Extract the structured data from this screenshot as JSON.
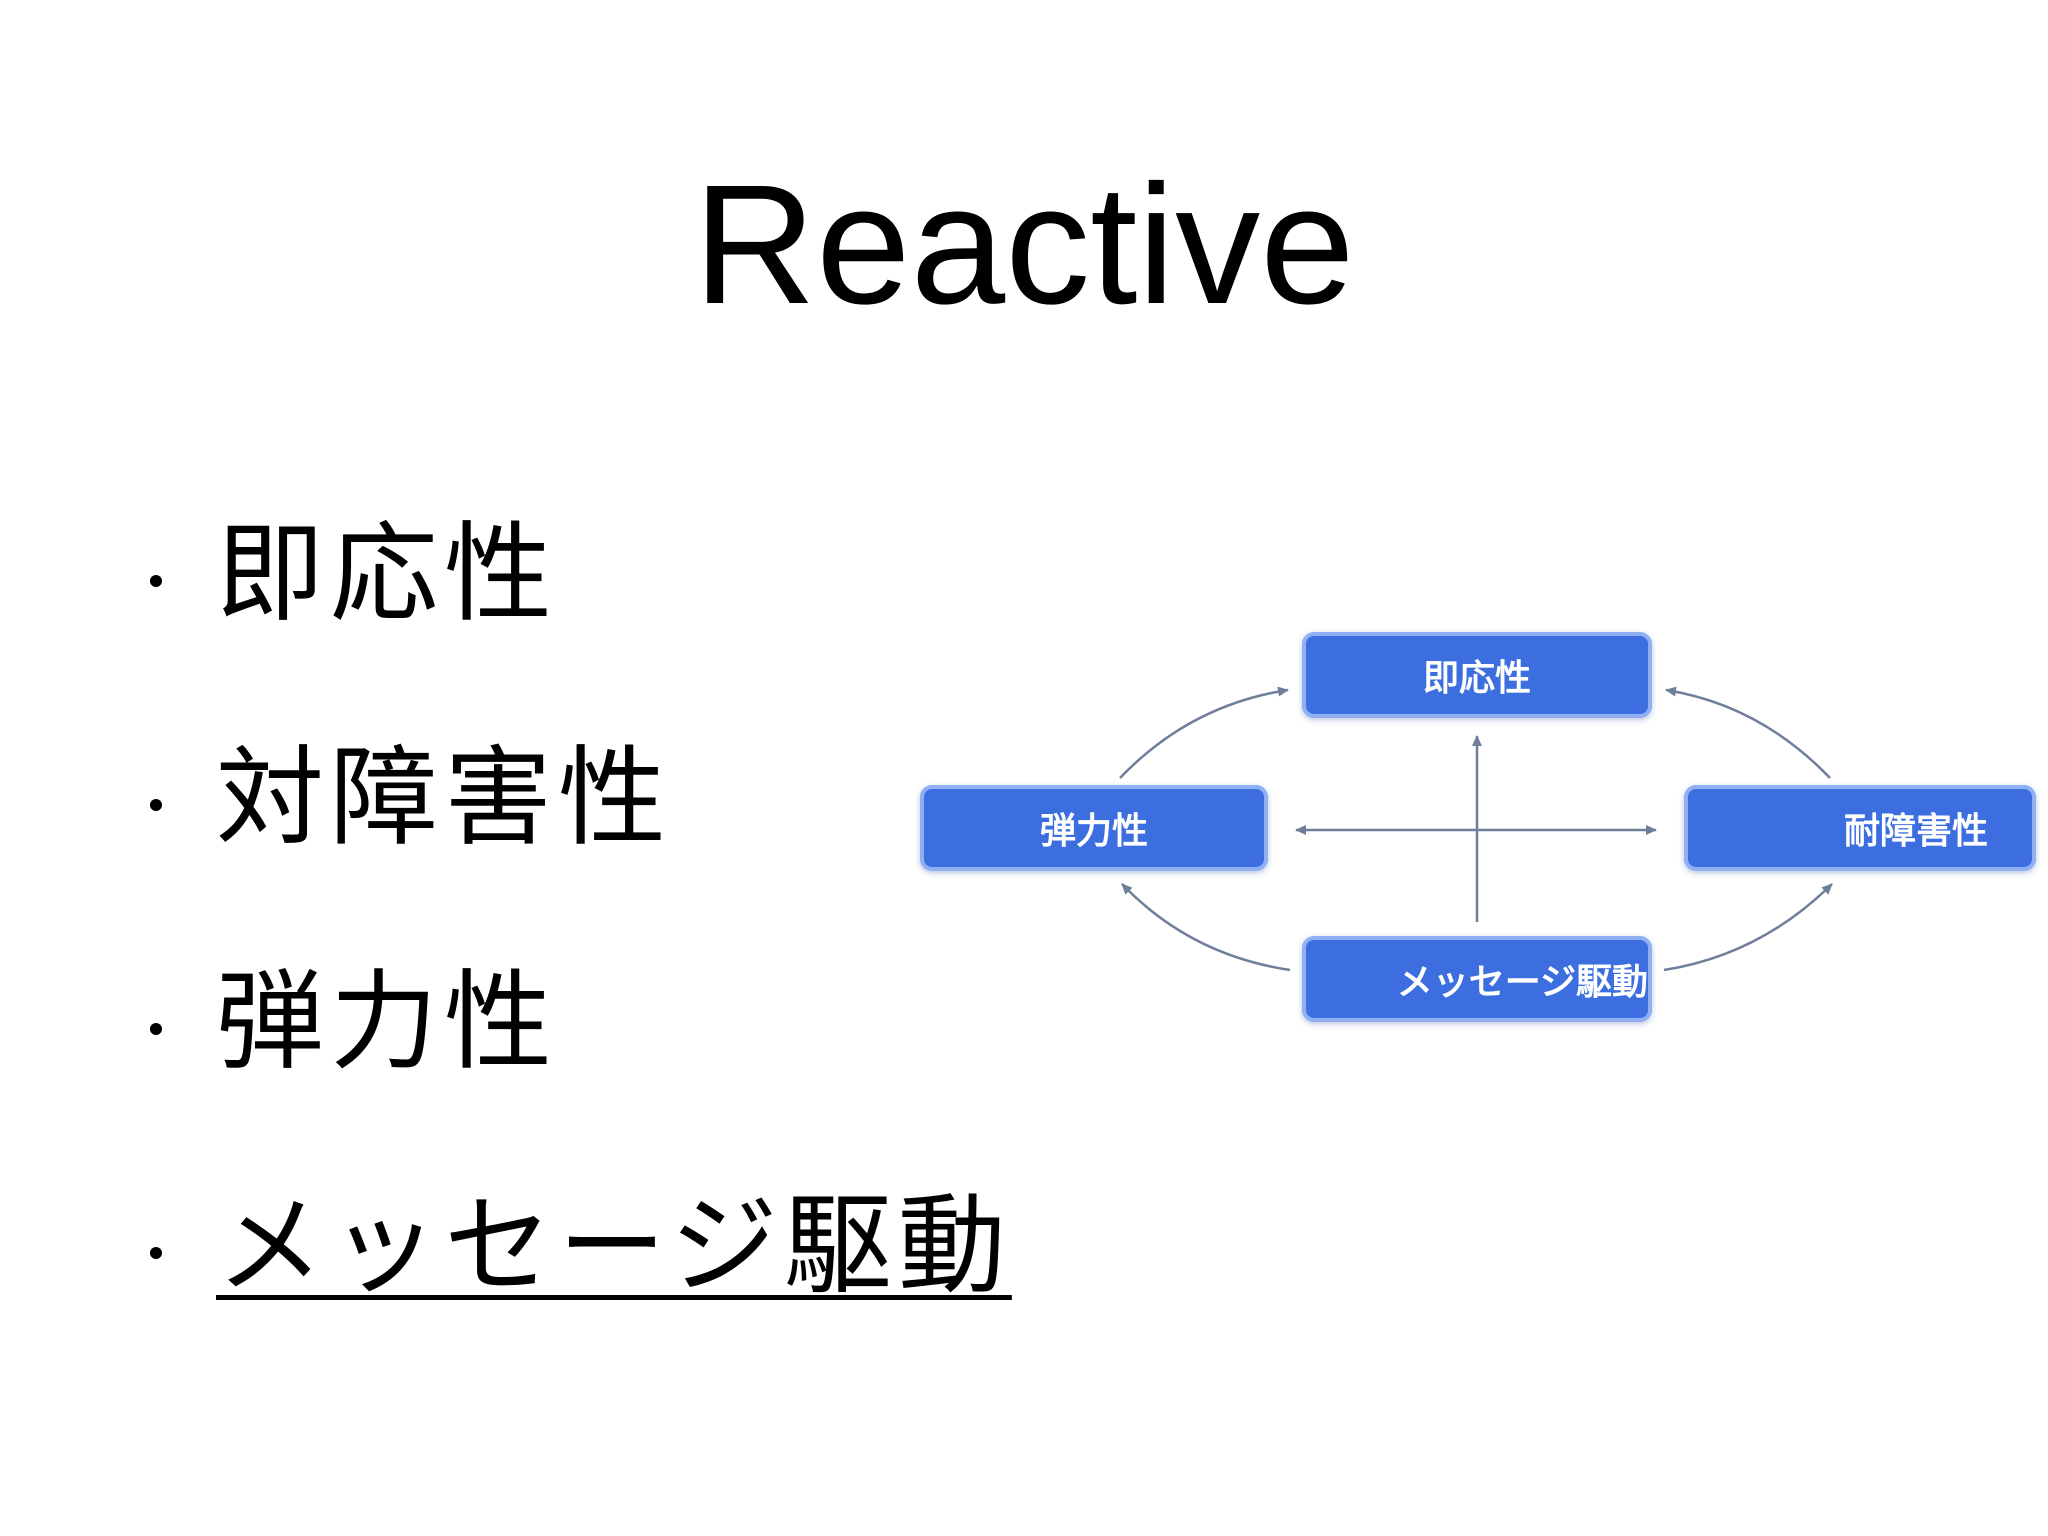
{
  "slide": {
    "title": "Reactive"
  },
  "bullets": [
    {
      "text": "即応性",
      "underlined": false
    },
    {
      "text": "対障害性",
      "underlined": false
    },
    {
      "text": "弾力性",
      "underlined": false
    },
    {
      "text": "メッセージ駆動",
      "underlined": true
    }
  ],
  "diagram": {
    "nodes": {
      "top": "即応性",
      "left": "弾力性",
      "right": "耐障害性",
      "bottom": "メッセージ駆動"
    },
    "colors": {
      "node_fill": "#3d6ee0",
      "node_border": "#8fb0f5",
      "arrow": "#6f7f99"
    }
  }
}
